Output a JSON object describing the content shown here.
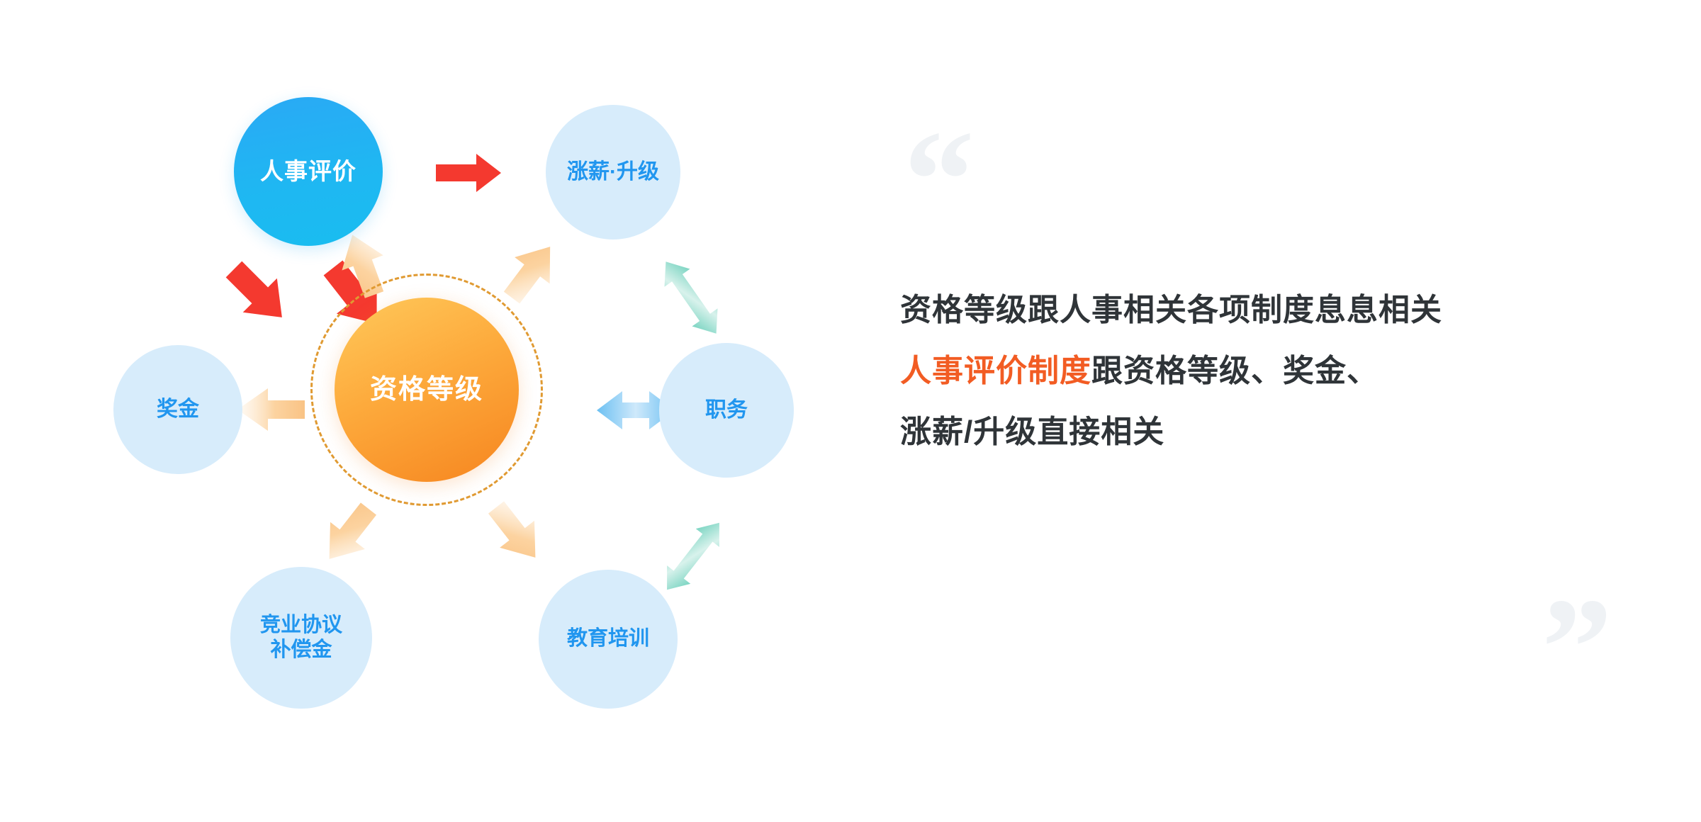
{
  "diagram": {
    "hub": {
      "label": "资格等级",
      "color": "#f6851f"
    },
    "nodes": [
      {
        "id": "hr-evaluation",
        "label": "人事评价",
        "color": "#21a9f5",
        "kind": "primary"
      },
      {
        "id": "raise-promotion",
        "label": "涨薪·升级",
        "color": "#2196ef",
        "kind": "pale"
      },
      {
        "id": "bonus",
        "label": "奖金",
        "color": "#2196ef",
        "kind": "pale"
      },
      {
        "id": "position",
        "label": "职务",
        "color": "#2196ef",
        "kind": "pale"
      },
      {
        "id": "non-compete-compensation",
        "label": "竞业协议\n补偿金",
        "color": "#2196ef",
        "kind": "pale"
      },
      {
        "id": "education-training",
        "label": "教育培训",
        "color": "#2196ef",
        "kind": "pale"
      }
    ],
    "ring": {
      "style": "dashed",
      "color": "#e09a32"
    },
    "arrows": [
      {
        "id": "hr-to-raise",
        "kind": "red-straight",
        "direction": "right"
      },
      {
        "id": "hr-to-bonus",
        "kind": "red-bold",
        "direction": "down-left"
      },
      {
        "id": "hr-to-hub",
        "kind": "red-bold",
        "direction": "down-right"
      },
      {
        "id": "hub-to-hr",
        "kind": "orange-soft",
        "direction": "up-left"
      },
      {
        "id": "hub-to-raise",
        "kind": "orange-soft",
        "direction": "up-right"
      },
      {
        "id": "hub-to-bonus",
        "kind": "orange-soft",
        "direction": "left"
      },
      {
        "id": "hub-to-noncompete",
        "kind": "orange-soft",
        "direction": "down-left"
      },
      {
        "id": "hub-to-education",
        "kind": "orange-soft",
        "direction": "down-right"
      },
      {
        "id": "hub-to-position",
        "kind": "blue-double",
        "direction": "horizontal"
      },
      {
        "id": "raise-to-position",
        "kind": "teal-double",
        "direction": "diagonal-down"
      },
      {
        "id": "position-to-education",
        "kind": "teal-double",
        "direction": "diagonal-up"
      }
    ],
    "palette": {
      "red_arrow": "#f4392f",
      "orange_arrow": "#fbc88b",
      "blue_arrow": "#6cc0f2",
      "teal_arrow": "#6fcfbb",
      "pale_node": "#d7ecfb",
      "hub_gradient_start": "#ffc95b",
      "hub_gradient_end": "#f6851f"
    }
  },
  "text_panel": {
    "quote_open": "“",
    "quote_close": "”",
    "line1": "资格等级跟人事相关各项制度息息相关",
    "line2_highlight": "人事评价制度",
    "line2_rest": "跟资格等级、奖金、",
    "line3": "涨薪/升级直接相关",
    "highlight_color": "#f25c23",
    "body_color": "#2f3438",
    "quote_color": "#eff2f5"
  }
}
